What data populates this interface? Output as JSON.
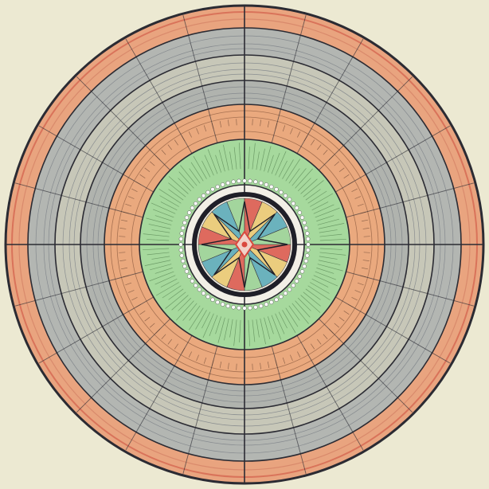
{
  "diagram": {
    "type": "concentric-wheel",
    "palette": {
      "background": "#ece9d2",
      "outer_band": "#e59a78",
      "grey_band": "#a8aeb0",
      "grey_band_light": "#c4c5b8",
      "orange_band": "#e9a57a",
      "green_disc": "#9fd69a",
      "center_red": "#d9493e",
      "center_teal": "#4aa3b5",
      "center_yellow": "#e9c566",
      "line": "#2b2b33"
    },
    "rings": [
      {
        "name": "outer-rim-ring",
        "fill": "#e9a47f"
      },
      {
        "name": "outer-grey-ring",
        "fill": "#b3b6b2"
      },
      {
        "name": "mid-grey-ring",
        "fill": "#c7c7b8"
      },
      {
        "name": "inner-grey-ring",
        "fill": "#b0b3ae"
      },
      {
        "name": "orange-ring",
        "fill": "#eaa97e"
      },
      {
        "name": "green-disc",
        "fill": "#a6d99d"
      },
      {
        "name": "center-medallion",
        "fill": "#f2efe6"
      }
    ],
    "corner_labels": {
      "top_left": "",
      "top_right": "",
      "bottom_left": "",
      "bottom_right": ""
    }
  }
}
